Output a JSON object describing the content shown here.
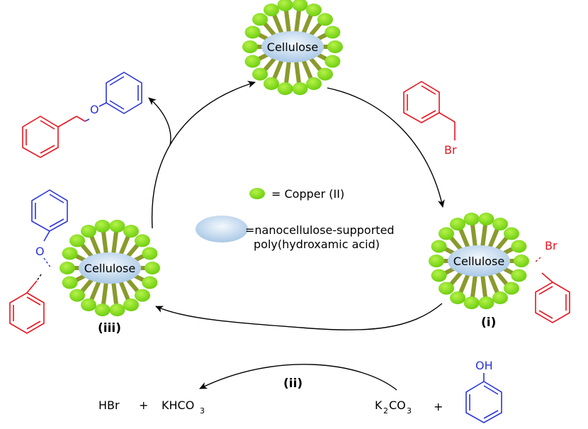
{
  "catalyst": {
    "core_label": "Cellulose"
  },
  "legend": {
    "copper": "= Copper (II)",
    "support_line1": "=nanocellulose-supported",
    "support_line2": "poly(hydroxamic acid)"
  },
  "steps": {
    "i": "(i)",
    "ii": "(ii)",
    "iii": "(iii)"
  },
  "reagents": {
    "benzyl_bromide_atom": "Br",
    "phenol_atom": "OH",
    "ether_oxygen": "O",
    "complex_br": "Br",
    "complex_o": "O",
    "byproducts": {
      "hbr": "HBr",
      "plus": "+",
      "khco": "KHCO",
      "sub3": "3"
    },
    "base": {
      "k": "K",
      "sub2": "2",
      "co": "CO",
      "sub3": "3",
      "plus": "+"
    }
  },
  "colors": {
    "copper": "#8de31c",
    "spoke": "#8a9a2c",
    "ellipse": "#bcd6ee",
    "red": "#e8141e",
    "blue": "#2a35d8"
  }
}
